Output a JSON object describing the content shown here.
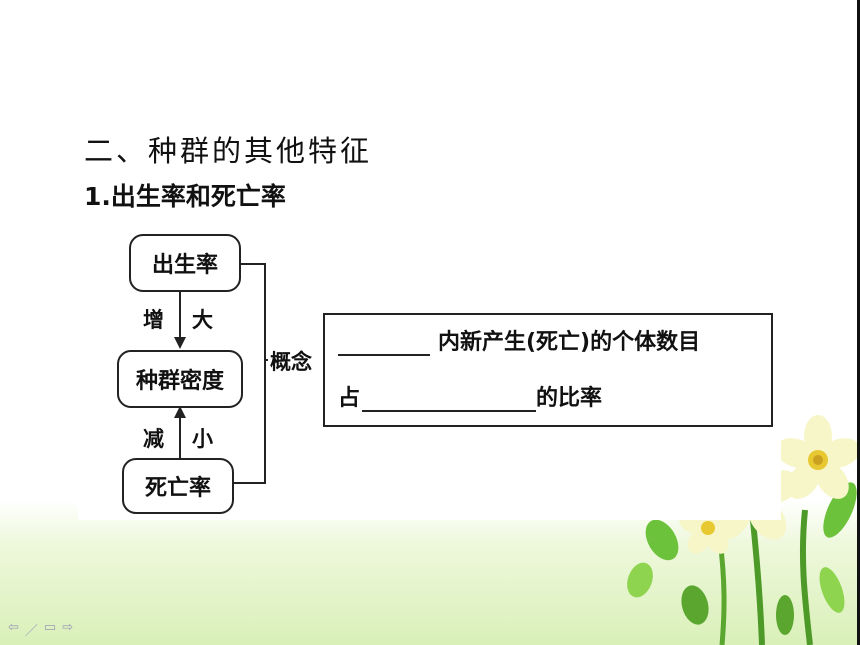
{
  "slide": {
    "heading": "二、种群的其他特征",
    "subheading": "1.出生率和死亡率"
  },
  "diagram": {
    "birth_rate": "出生率",
    "density": "种群密度",
    "death_rate": "死亡率",
    "increase_char1": "增",
    "increase_char2": "大",
    "decrease_char1": "减",
    "decrease_char2": "小",
    "concept_label": "概念"
  },
  "definition": {
    "line1_text": "内新产生(死亡)的个体数目",
    "line2_prefix": "占",
    "line2_suffix": "的比率"
  },
  "nav": {
    "prev_icon": "⇦",
    "pen_icon": "／",
    "menu_icon": "▭",
    "next_icon": "⇨"
  },
  "colors": {
    "background_gradient_end": "#d9f0b8",
    "flower_petal": "#f6f6c8",
    "flower_center": "#e8c830",
    "leaf": "#5aa62e"
  }
}
